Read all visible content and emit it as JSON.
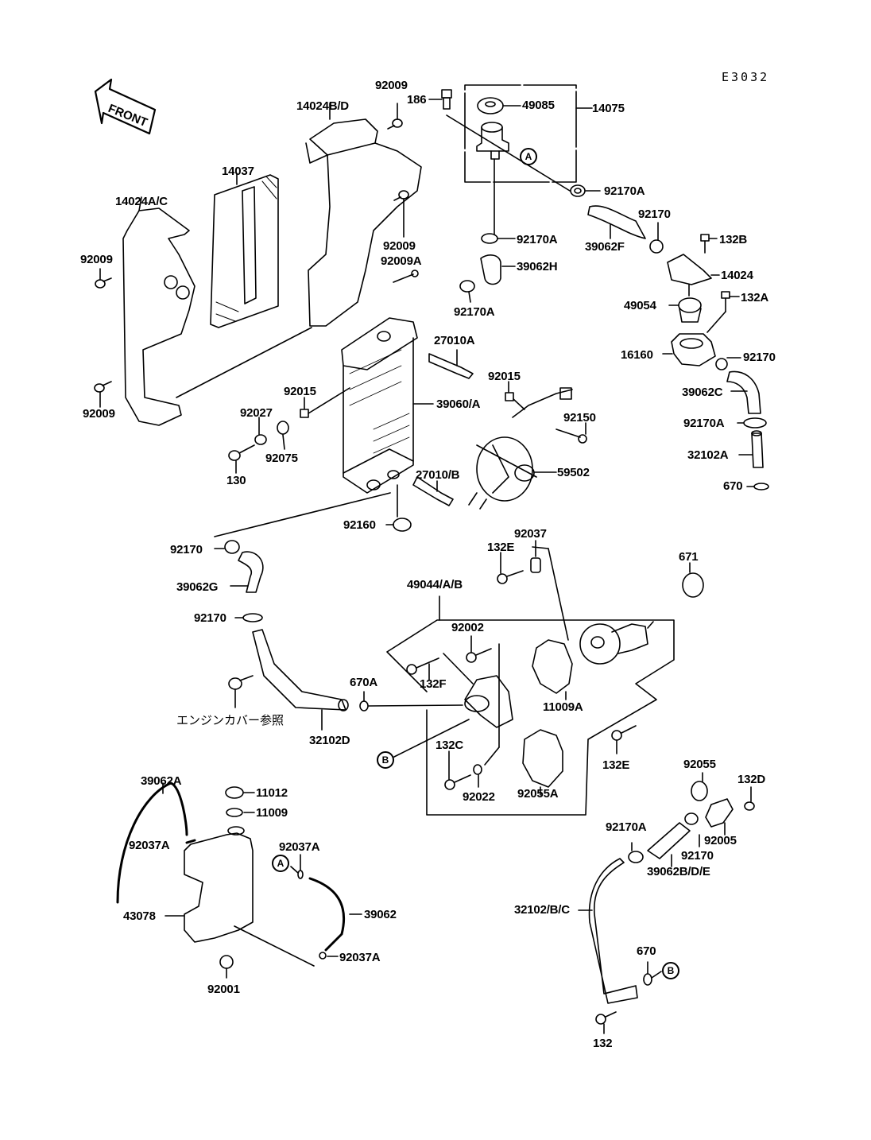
{
  "diagram": {
    "code": "E3032",
    "front_arrow": "FRONT",
    "note_jp": "エンジンカバー参照",
    "callouts": [
      {
        "id": "A1",
        "text": "A"
      },
      {
        "id": "A2",
        "text": "A"
      },
      {
        "id": "B1",
        "text": "B"
      },
      {
        "id": "B2",
        "text": "B"
      }
    ],
    "labels": [
      "92009",
      "186",
      "49085",
      "14075",
      "14024B/D",
      "14037",
      "14024A/C",
      "92009",
      "92170A",
      "92170",
      "92170A",
      "39062F",
      "132B",
      "92009",
      "92009A",
      "39062H",
      "14024",
      "49054",
      "132A",
      "92170A",
      "27010A",
      "16160",
      "92170",
      "92015",
      "39062C",
      "92015",
      "39060/A",
      "92027",
      "92150",
      "92170A",
      "92009",
      "32102A",
      "92075",
      "130",
      "59502",
      "670",
      "27010/B",
      "92160",
      "92170",
      "92037",
      "132E",
      "671",
      "39062G",
      "49044/A/B",
      "92002",
      "92170",
      "132F",
      "670A",
      "11009A",
      "32102D",
      "132C",
      "132E",
      "92055",
      "132D",
      "92022",
      "92055A",
      "39062A",
      "11012",
      "11009",
      "92170A",
      "92037A",
      "92005",
      "92037A",
      "92170",
      "39062B/D/E",
      "43078",
      "39062",
      "32102/B/C",
      "92037A",
      "92001",
      "670",
      "132"
    ]
  }
}
